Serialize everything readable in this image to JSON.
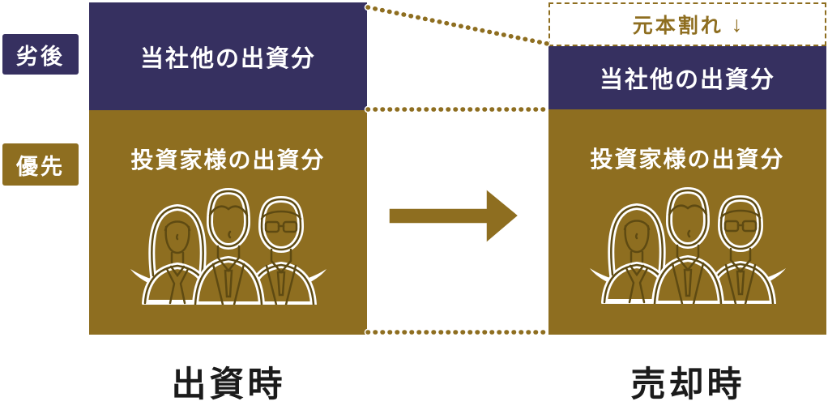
{
  "colors": {
    "navy": "#363060",
    "gold": "#8e6e20",
    "outline": "#5e4a12",
    "caption": "#1b1b1b",
    "white": "#ffffff"
  },
  "row_labels": {
    "subordinated": "劣後",
    "preferred": "優先"
  },
  "columns": {
    "at_investment": {
      "caption": "出資時",
      "segments": {
        "company": "当社他の出資分",
        "investor": "投資家様の出資分"
      }
    },
    "at_sale": {
      "caption": "売却時",
      "loss_notice": "元本割れ",
      "loss_arrow": "↓",
      "segments": {
        "company": "当社他の出資分",
        "investor": "投資家様の出資分"
      }
    }
  },
  "icons": {
    "investors_group": "investors-group-icon",
    "right_arrow": "right-arrow-icon",
    "down_arrow": "down-arrow-icon"
  }
}
